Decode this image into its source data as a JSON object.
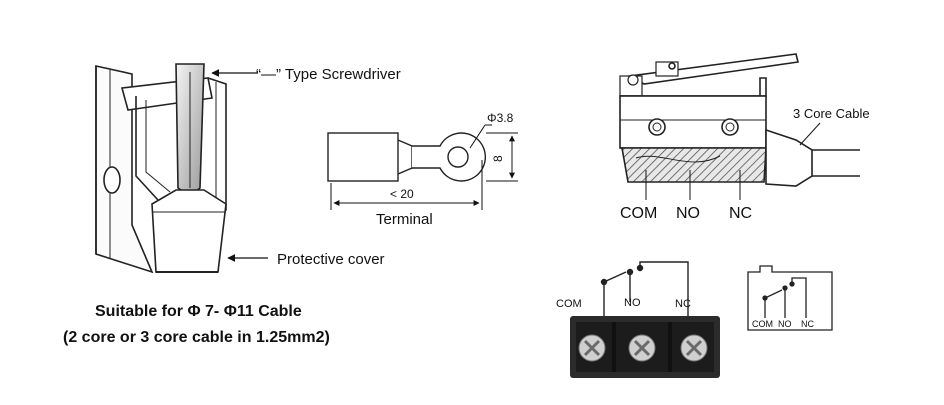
{
  "left_panel": {
    "screwdriver_label": "“—” Type Screwdriver",
    "protective_cover_label": "Protective cover",
    "cable_suitability": "Suitable for Φ 7- Φ11 Cable",
    "cable_note": "(2 core or 3 core cable in 1.25mm2)"
  },
  "terminal": {
    "hole_dim": "Φ3.8",
    "width_dim": "8",
    "length_dim": "< 20",
    "caption": "Terminal"
  },
  "switch": {
    "cable_label": "3 Core Cable",
    "com": "COM",
    "no": "NO",
    "nc": "NC"
  },
  "wiring_block": {
    "com": "COM",
    "no": "NO",
    "nc": "NC"
  },
  "small_schematic": {
    "com": "COM",
    "no": "NO",
    "nc": "NC"
  }
}
